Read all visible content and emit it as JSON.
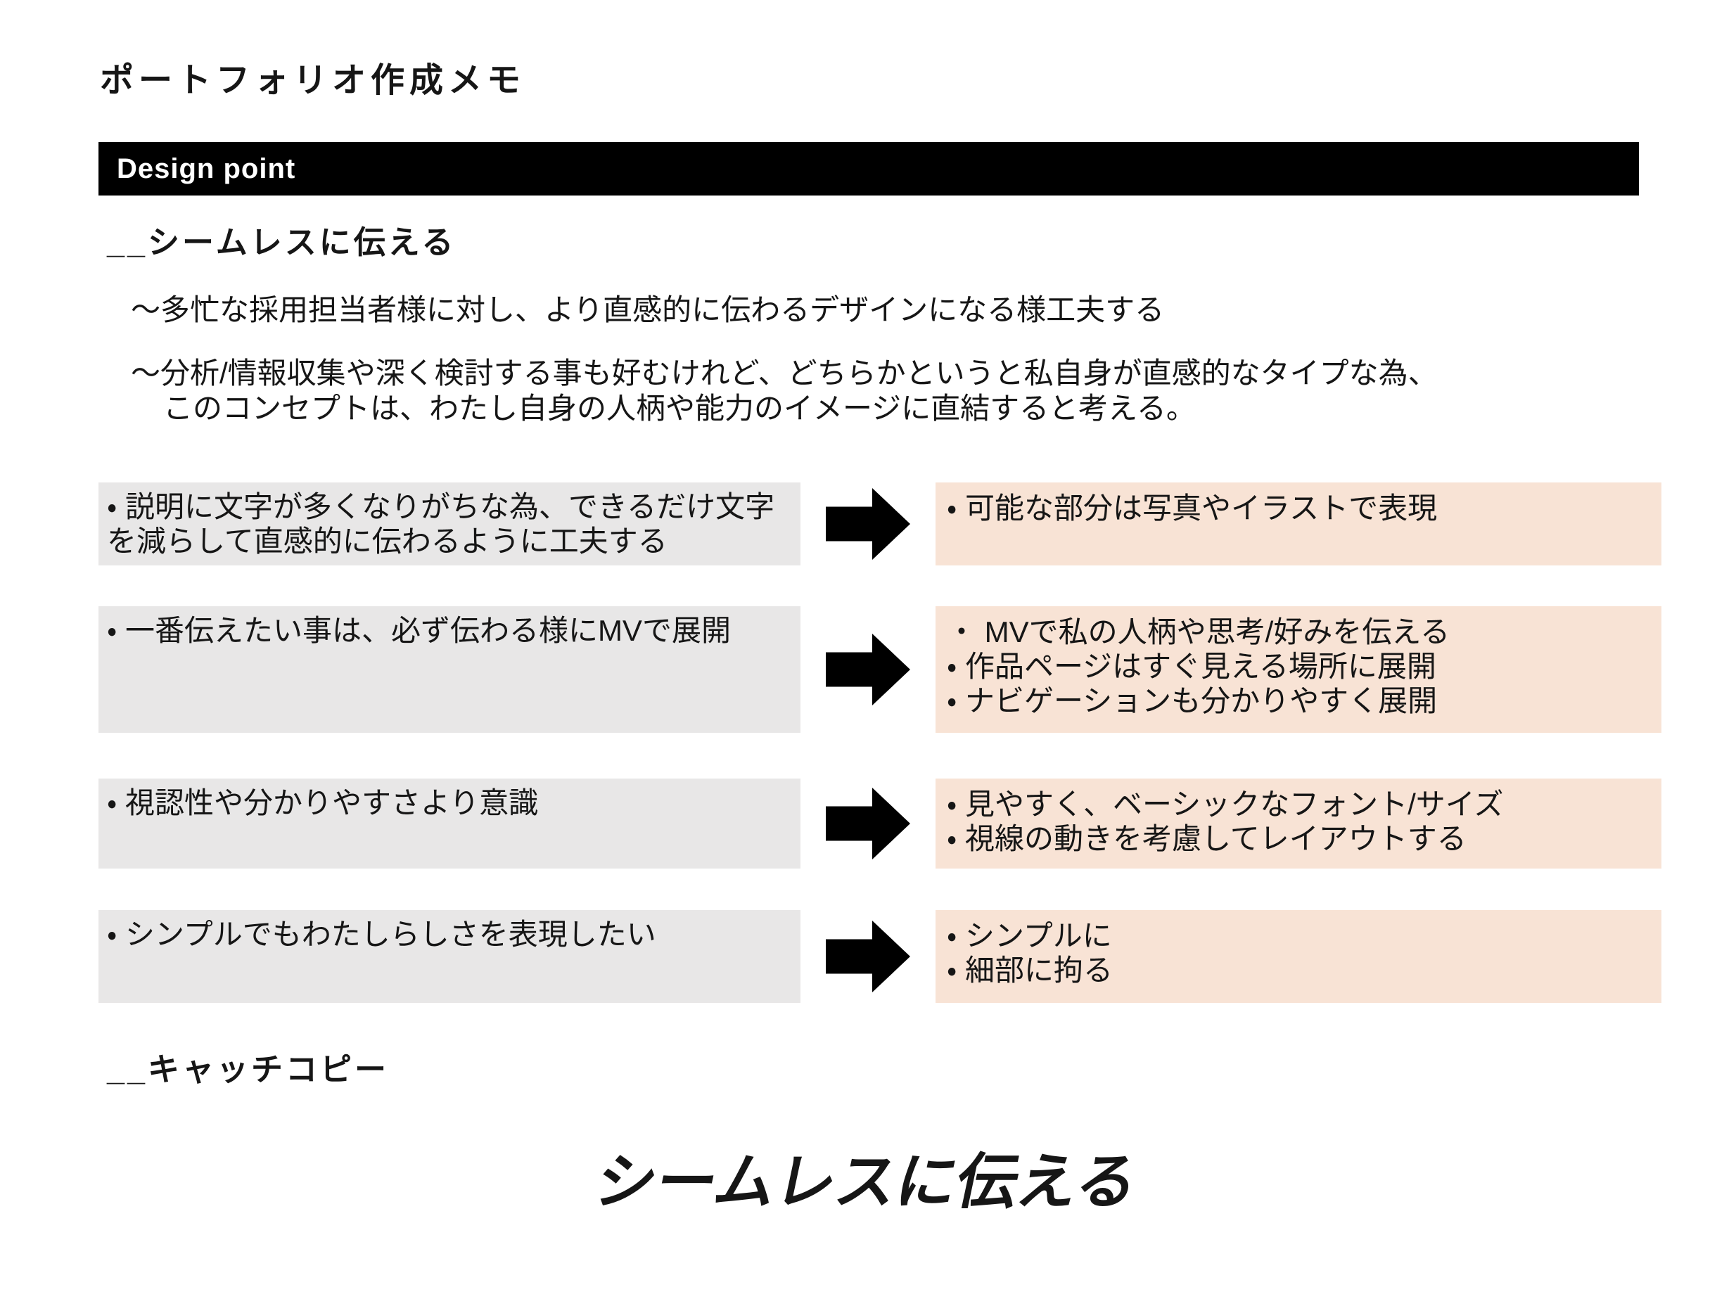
{
  "page_title": "ポートフォリオ作成メモ",
  "banner_label": "Design point",
  "concept": {
    "heading": "__シームレスに伝える",
    "note1": "〜多忙な採用担当者様に対し、より直感的に伝わるデザインになる様工夫する",
    "note2_line1": "〜分析/情報収集や深く検討する事も好むけれど、どちらかというと私自身が直感的なタイプな為、",
    "note2_line2": "このコンセプトは、わたし自身の人柄や能力のイメージに直結すると考える。"
  },
  "rows": [
    {
      "left": [
        "・ 説明に文字が多くなりがちな為、できるだけ文字を減らして直感的に伝わるように工夫する"
      ],
      "right": [
        "・ 可能な部分は写真やイラストで表現"
      ]
    },
    {
      "left": [
        "・ 一番伝えたい事は、必ず伝わる様にMVで展開"
      ],
      "right": [
        "・ MVで私の人柄や思考/好みを伝える",
        "・ 作品ページはすぐ見える場所に展開",
        "・ ナビゲーションも分かりやすく展開"
      ]
    },
    {
      "left": [
        "・ 視認性や分かりやすさより意識"
      ],
      "right": [
        "・ 見やすく、ベーシックなフォント/サイズ",
        "・ 視線の動きを考慮してレイアウトする"
      ]
    },
    {
      "left": [
        "・ シンプルでもわたしらしさを表現したい"
      ],
      "right": [
        "・ シンプルに",
        "・ 細部に拘る"
      ]
    }
  ],
  "catch": {
    "heading": "__キャッチコピー",
    "copy": "シームレスに伝える"
  },
  "colors": {
    "banner_bg": "#000000",
    "banner_text": "#ffffff",
    "left_box_bg": "#e8e7e7",
    "right_box_bg": "#f8e3d5",
    "arrow": "#000000",
    "text": "#161616",
    "page_bg": "#ffffff"
  }
}
